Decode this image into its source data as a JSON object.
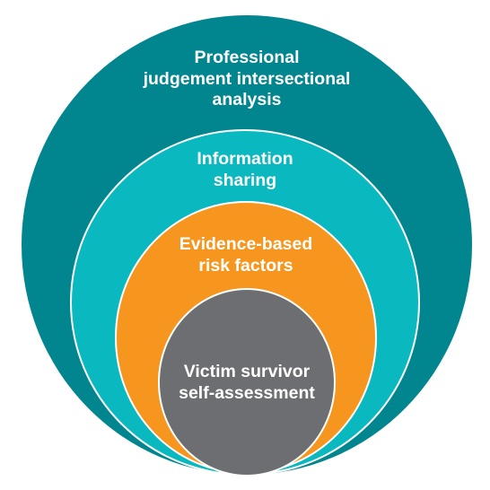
{
  "diagram": {
    "layers": [
      {
        "label": "Professional\njudgement intersectional\nanalysis",
        "color": "#01868f"
      },
      {
        "label": "Information\nsharing",
        "color": "#0ab8bf"
      },
      {
        "label": "Evidence-based\nrisk factors",
        "color": "#f7961e"
      },
      {
        "label": "Victim survivor\nself-assessment",
        "color": "#6d6e71"
      }
    ]
  }
}
